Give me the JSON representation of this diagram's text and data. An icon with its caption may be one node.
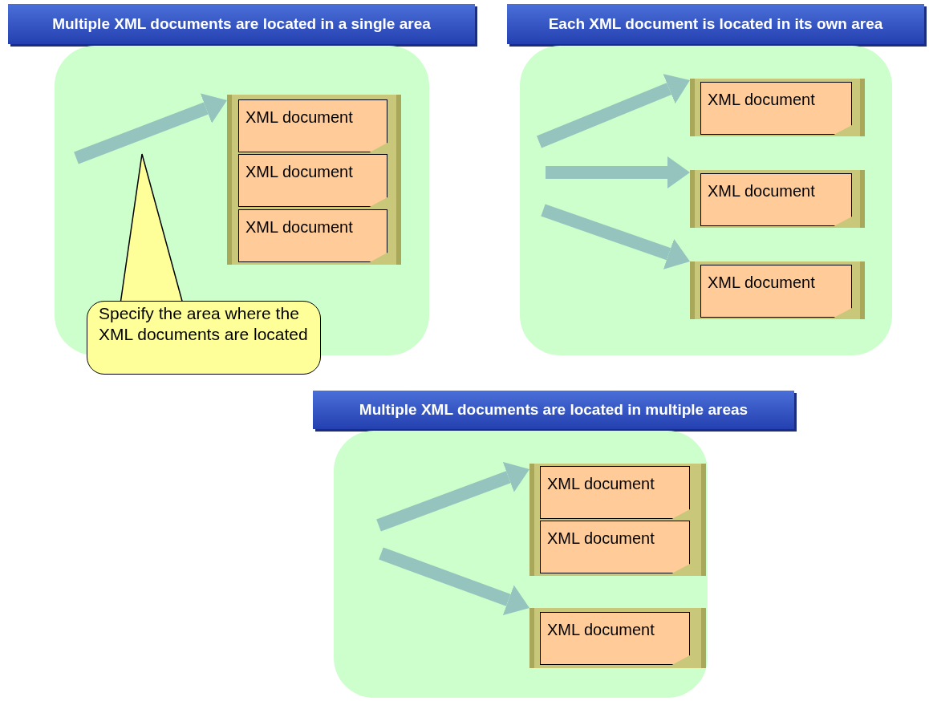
{
  "diagram": {
    "nodes": [
      {
        "text": [
          "Multiple XML documents are located in a single area"
        ]
      },
      {
        "text": [],
        "shape": "box",
        "in": 0
      },
      {
        "text": [
          "XML document"
        ],
        "in": 1
      },
      {
        "text": [
          "XML document"
        ],
        "in": 1
      },
      {
        "text": [
          "XML document"
        ],
        "in": 1
      },
      {
        "text": [
          "Specify the area where the XML documents are located"
        ]
      },
      {
        "text": [
          "Each XML document is located in its own area"
        ]
      },
      {
        "text": [],
        "shape": "box",
        "in": 6
      },
      {
        "text": [
          "XML document"
        ],
        "in": 7
      },
      {
        "text": [],
        "shape": "box",
        "in": 6
      },
      {
        "text": [
          "XML document"
        ],
        "in": 9
      },
      {
        "text": [],
        "shape": "box",
        "in": 6
      },
      {
        "text": [
          "XML document"
        ],
        "in": 11
      },
      {
        "text": [
          "Multiple XML documents are located in multiple areas"
        ]
      },
      {
        "text": [],
        "shape": "box",
        "in": 13
      },
      {
        "text": [
          "XML document"
        ],
        "in": 14
      },
      {
        "text": [
          "XML document"
        ],
        "in": 14
      },
      {
        "text": [],
        "shape": "box",
        "in": 13
      },
      {
        "text": [
          "XML document"
        ],
        "in": 17
      }
    ],
    "edges": [
      {
        "from": null,
        "to": 1,
        "arrow": "to"
      },
      {
        "from": 5,
        "to": null,
        "arrow": "to"
      },
      {
        "from": null,
        "to": 7,
        "arrow": "to"
      },
      {
        "from": null,
        "to": 9,
        "arrow": "to"
      },
      {
        "from": null,
        "to": 11,
        "arrow": "to"
      },
      {
        "from": null,
        "to": 14,
        "arrow": "to"
      },
      {
        "from": null,
        "to": 17,
        "arrow": "to"
      }
    ]
  }
}
